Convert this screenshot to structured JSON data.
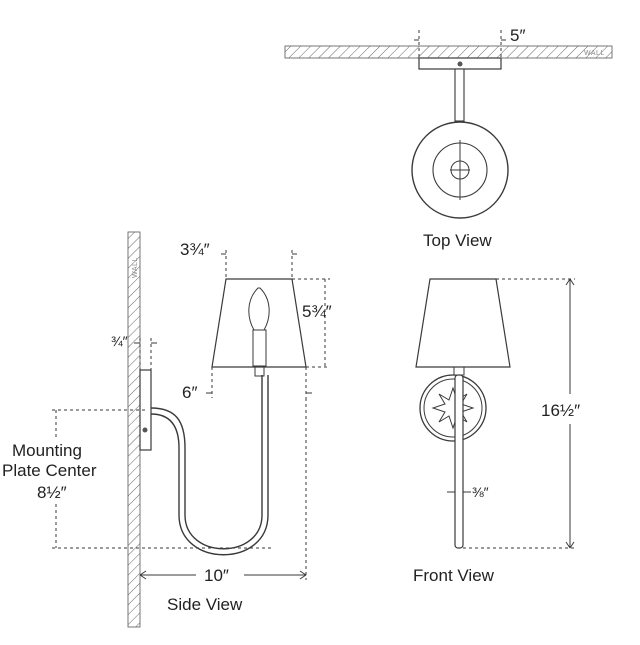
{
  "wall_label_top": "WALL",
  "wall_label_side": "WALL",
  "top_view": {
    "label": "Top View",
    "width_dim": "5″"
  },
  "side_view": {
    "label": "Side View",
    "shade_top_dim": "3¾″",
    "shade_height_dim": "5¾″",
    "shade_bottom_dim": "6″",
    "plate_depth_dim": "¾″",
    "extension_dim": "10″",
    "mounting_label_line1": "Mounting",
    "mounting_label_line2": "Plate Center",
    "mounting_dim": "8½″"
  },
  "front_view": {
    "label": "Front View",
    "height_dim": "16½″",
    "stem_dim": "⅜″"
  }
}
